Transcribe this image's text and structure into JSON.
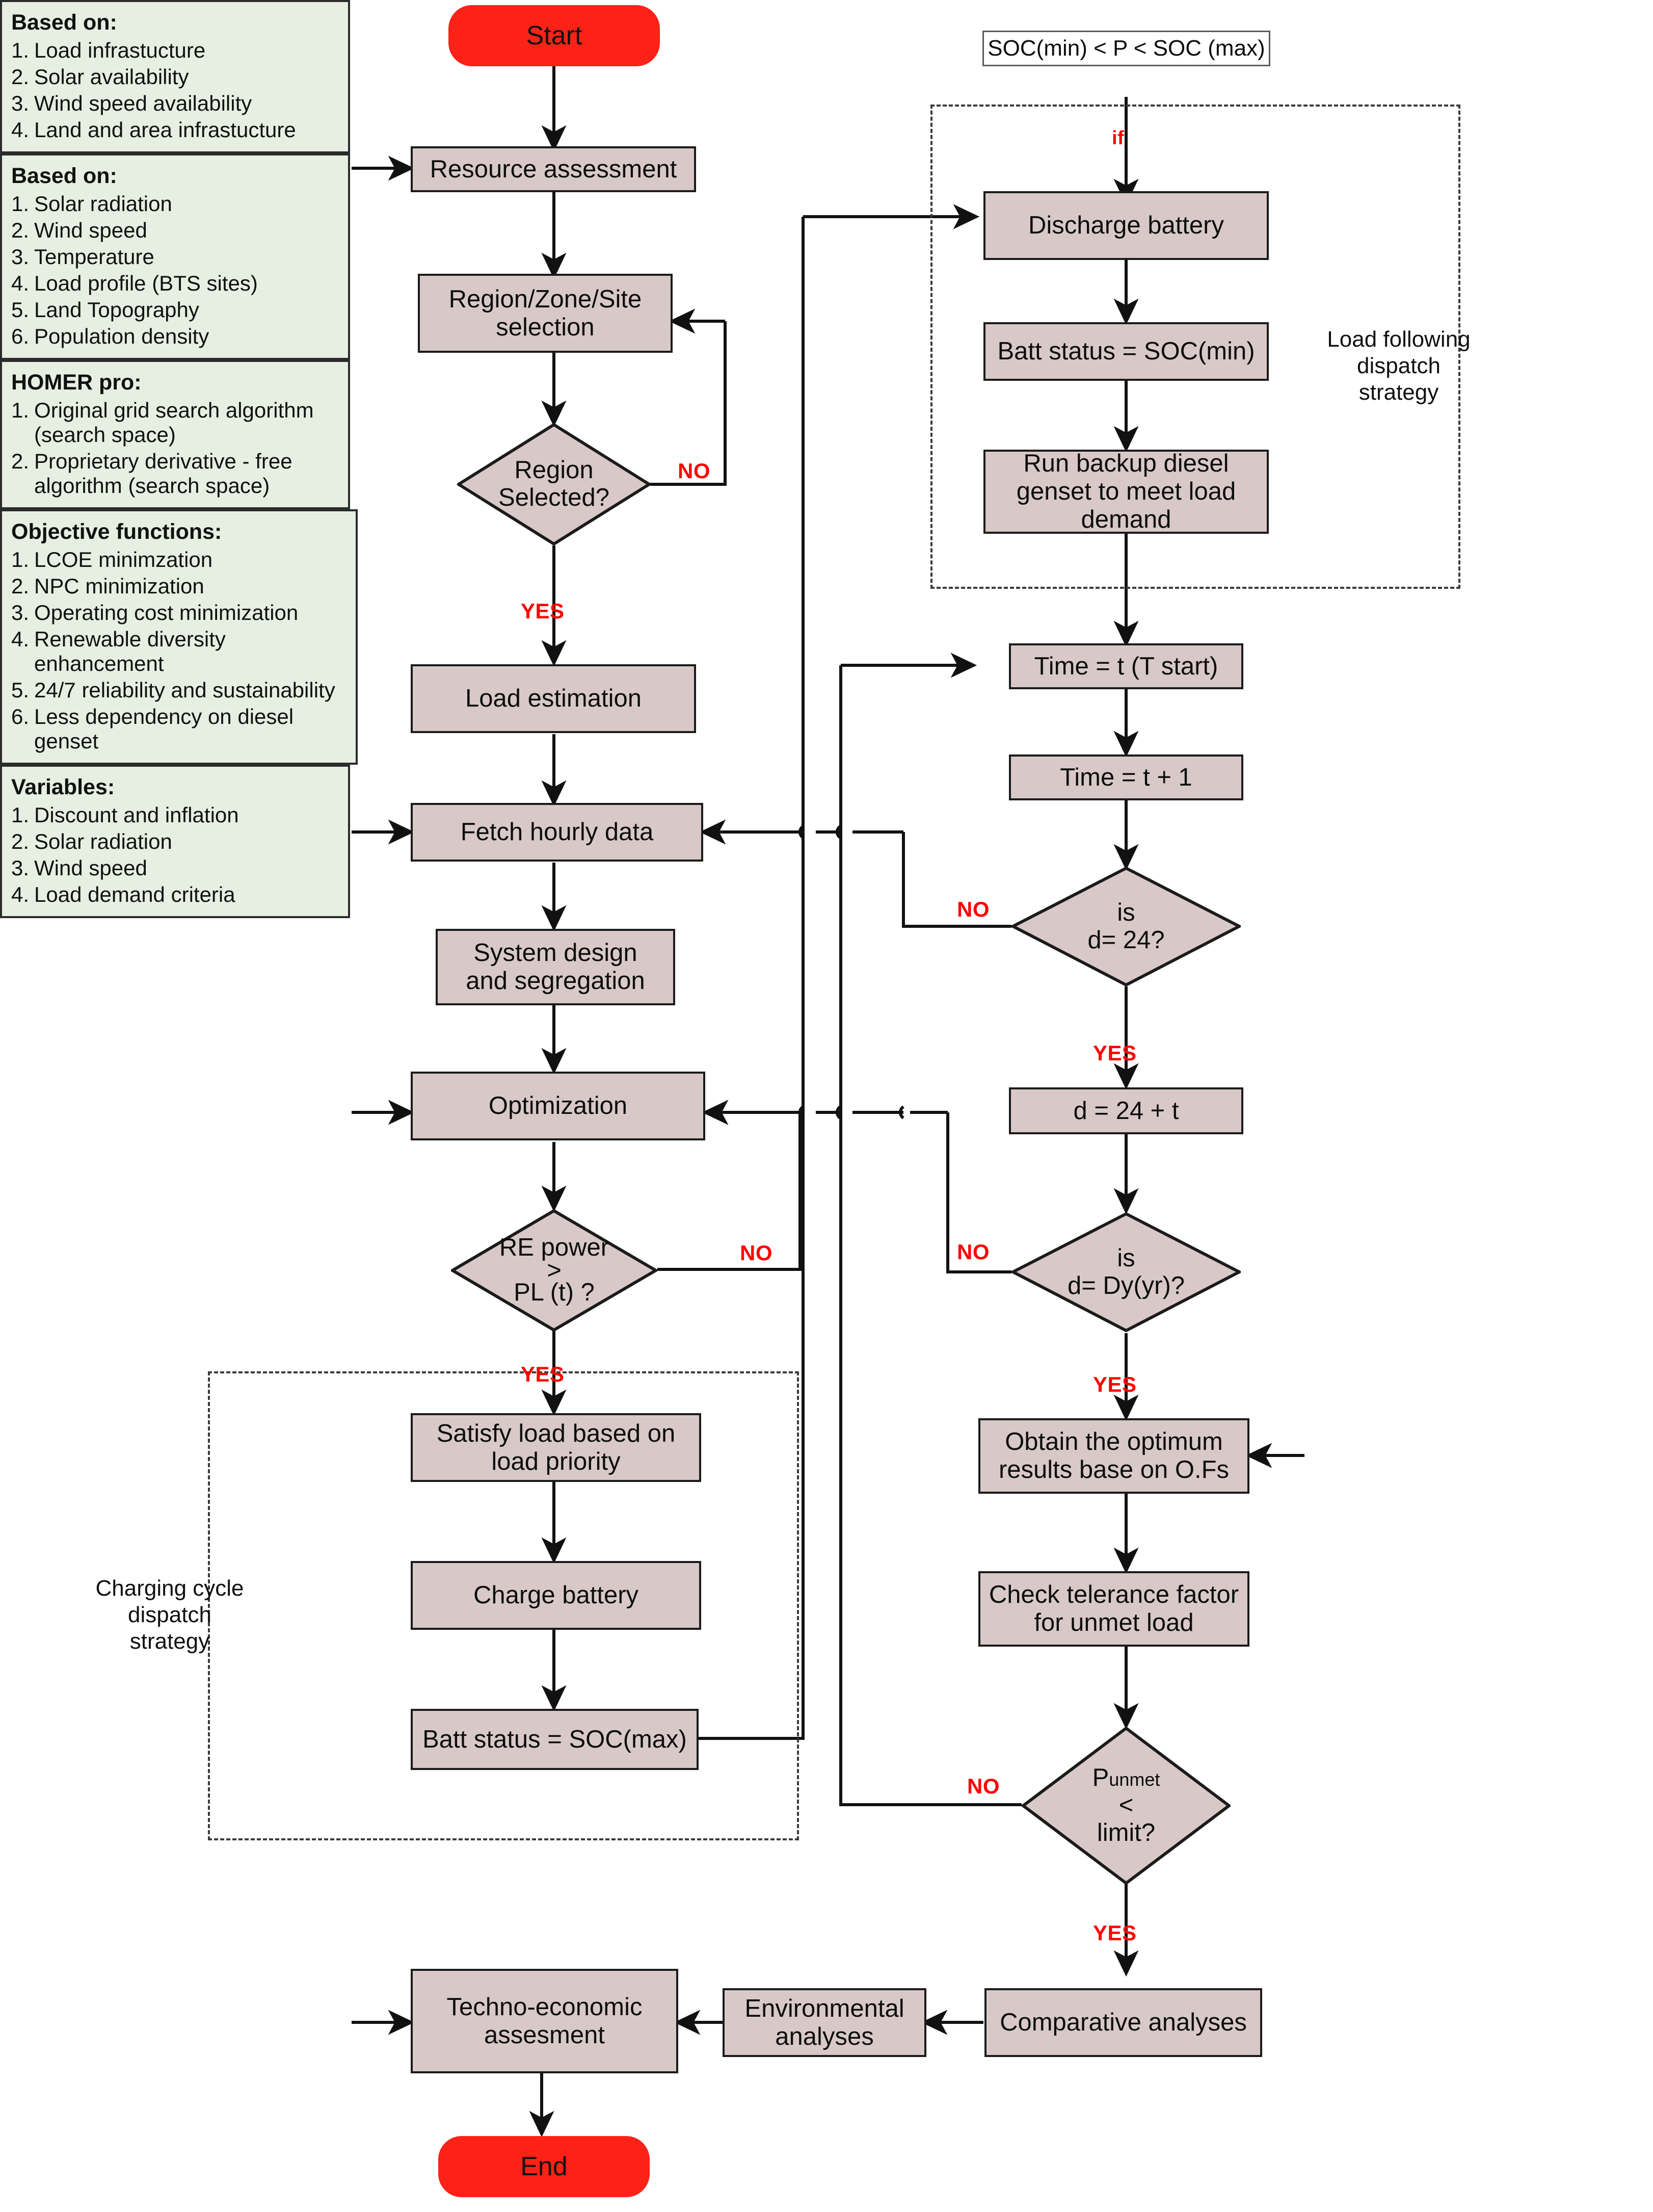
{
  "meta": {
    "title": "Techno-economic optimization flowchart",
    "colors": {
      "process_fill": "#d8c9c8",
      "terminal_fill": "#fc2217",
      "note_fill": "#e6efe1",
      "label_red": "#ff0000",
      "stroke": "#1b1b1b"
    }
  },
  "terminals": {
    "start": "Start",
    "end": "End"
  },
  "nodes": {
    "resource_assessment": "Resource assessment",
    "region_selection": "Region/Zone/Site\nselection",
    "region_selected_q": "Region\nSelected?",
    "load_estimation": "Load estimation",
    "fetch_hourly_data": "Fetch hourly data",
    "system_design": "System design\nand segregation",
    "optimization": "Optimization",
    "re_power_q_l1": "RE power",
    "re_power_q_l2": ">",
    "re_power_q_l3": "PL (t) ?",
    "satisfy_load": "Satisfy load based on\nload priority",
    "charge_battery": "Charge battery",
    "batt_status_max": "Batt status = SOC(max)",
    "soc_condition": "SOC(min) < P < SOC (max)",
    "discharge_battery": "Discharge battery",
    "batt_status_min": "Batt status = SOC(min)",
    "run_backup_genset": "Run backup diesel\ngenset to meet load\ndemand",
    "time_t_start": "Time = t (T start)",
    "time_t_plus_1": "Time = t + 1",
    "is_d_24_l1": "is",
    "is_d_24_l2": "d= 24?",
    "d_24_plus_t": "d = 24 + t",
    "is_d_dy_l1": "is",
    "is_d_dy_l2": "d= Dy(yr)?",
    "obtain_optimum": "Obtain the optimum\nresults  base on O.Fs",
    "check_tolerance": "Check telerance factor\nfor unmet load",
    "punmet_l1": "P",
    "punmet_sub": "unmet",
    "punmet_l2": "<",
    "punmet_l3": "limit?",
    "comparative_analyses": "Comparative analyses",
    "environmental_analyses": "Environmental\nanalyses",
    "techno_economic": "Techno-economic\nassesment"
  },
  "edge_labels": {
    "region_no": "NO",
    "region_yes": "YES",
    "re_power_no": "NO",
    "re_power_yes": "YES",
    "d24_no": "NO",
    "d24_yes": "YES",
    "dy_no": "NO",
    "dy_yes": "YES",
    "punmet_no": "NO",
    "punmet_yes": "YES",
    "if": "if"
  },
  "captions": {
    "load_following": "Load following dispatch\nstrategy",
    "charging_cycle": "Charging cycle dispatch\nstrategy"
  },
  "notes": {
    "based_on_resource": {
      "title": "Based on:",
      "items": [
        {
          "num": "1.",
          "text": "Load infrastucture"
        },
        {
          "num": "2.",
          "text": "Solar availability"
        },
        {
          "num": "3.",
          "text": "Wind speed availability"
        },
        {
          "num": "4.",
          "text": "Land and area infrastucture"
        }
      ]
    },
    "based_on_data": {
      "title": "Based on:",
      "items": [
        {
          "num": "1.",
          "text": "Solar radiation"
        },
        {
          "num": "2.",
          "text": "Wind speed"
        },
        {
          "num": "3.",
          "text": "Temperature"
        },
        {
          "num": "4.",
          "text": "Load profile (BTS sites)"
        },
        {
          "num": "5.",
          "text": "Land Topography"
        },
        {
          "num": "6.",
          "text": "Population density"
        }
      ]
    },
    "homer_pro": {
      "title": "HOMER pro:",
      "items": [
        {
          "num": "1.",
          "text": "Original grid search algorithm (search space)"
        },
        {
          "num": "2.",
          "text": "Proprietary derivative - free algorithm (search space)"
        }
      ]
    },
    "objective_functions": {
      "title": "Objective functions:",
      "items": [
        {
          "num": "1.",
          "text": "LCOE minimzation"
        },
        {
          "num": "2.",
          "text": "NPC minimization"
        },
        {
          "num": "3.",
          "text": "Operating cost minimization"
        },
        {
          "num": "4.",
          "text": "Renewable diversity enhancement"
        },
        {
          "num": "5.",
          "text": "24/7 reliability and sustainability"
        },
        {
          "num": "6.",
          "text": "Less dependency on diesel genset"
        }
      ]
    },
    "variables": {
      "title": "Variables:",
      "items": [
        {
          "num": "1.",
          "text": "Discount and inflation"
        },
        {
          "num": "2.",
          "text": "Solar radiation"
        },
        {
          "num": "3.",
          "text": "Wind speed"
        },
        {
          "num": "4.",
          "text": "Load demand criteria"
        }
      ]
    }
  }
}
